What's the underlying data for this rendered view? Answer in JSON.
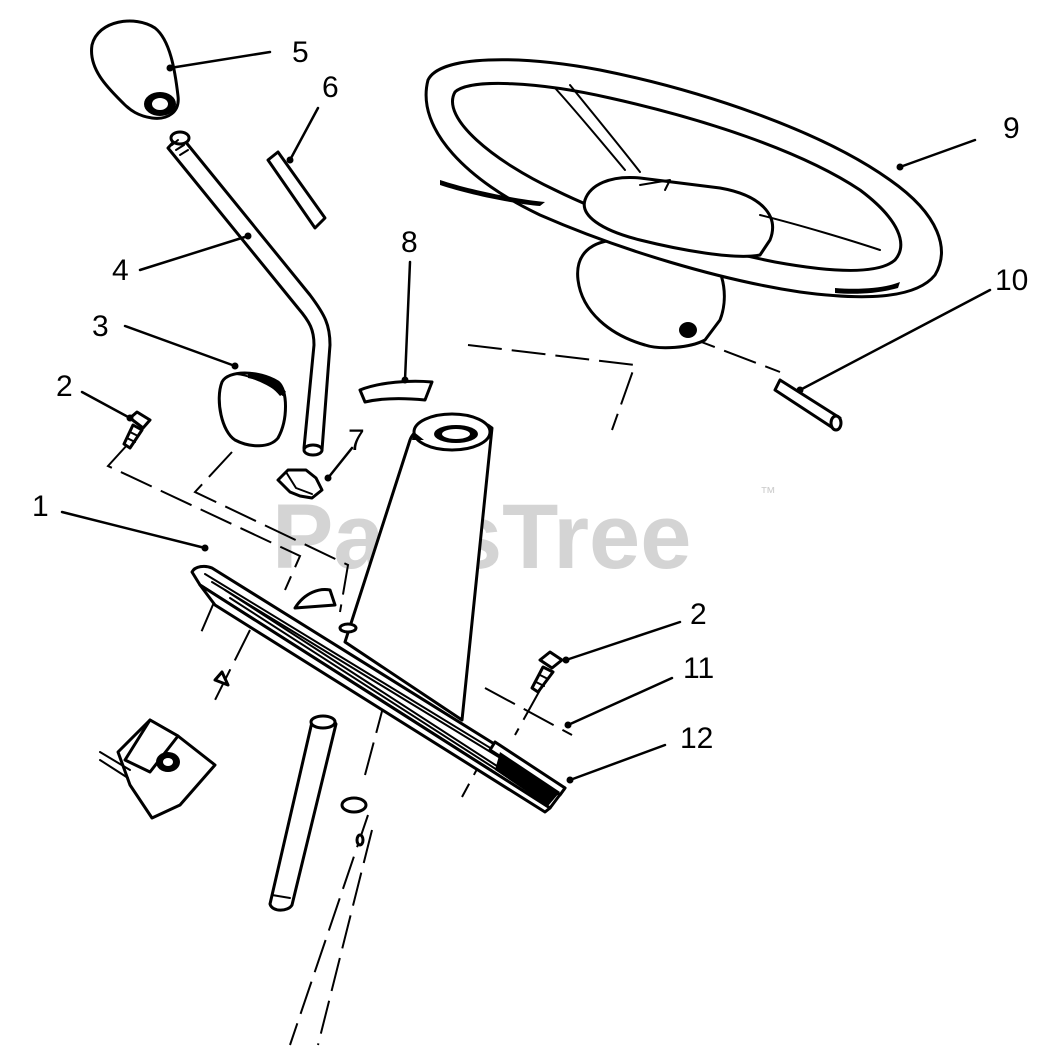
{
  "watermark": {
    "text": "PartsTree",
    "trademark": "™"
  },
  "callouts": {
    "c1": "1",
    "c2a": "2",
    "c2b": "2",
    "c3": "3",
    "c4": "4",
    "c5": "5",
    "c6": "6",
    "c7": "7",
    "c8": "8",
    "c9": "9",
    "c10": "10",
    "c11": "11",
    "c12": "12"
  },
  "colors": {
    "line": "#000000",
    "background": "#ffffff",
    "watermark": "#d4d4d4"
  }
}
